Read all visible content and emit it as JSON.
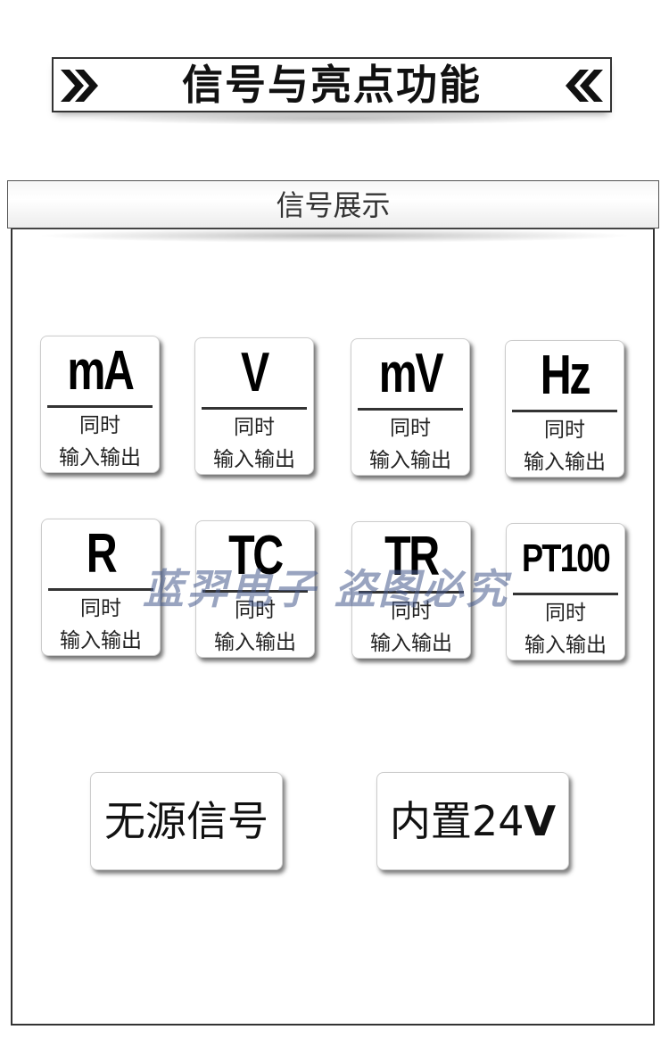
{
  "banner": {
    "title": "信号与亮点功能"
  },
  "panel": {
    "header": "信号展示"
  },
  "cards": [
    {
      "unit": "mA",
      "line1": "同时",
      "line2": "输入输出"
    },
    {
      "unit": "V",
      "line1": "同时",
      "line2": "输入输出"
    },
    {
      "unit": "mV",
      "line1": "同时",
      "line2": "输入输出"
    },
    {
      "unit": "Hz",
      "line1": "同时",
      "line2": "输入输出"
    },
    {
      "unit": "R",
      "line1": "同时",
      "line2": "输入输出"
    },
    {
      "unit": "TC",
      "line1": "同时",
      "line2": "输入输出"
    },
    {
      "unit": "TR",
      "line1": "同时",
      "line2": "输入输出"
    },
    {
      "unit": "PT100",
      "line1": "同时",
      "line2": "输入输出"
    }
  ],
  "buttons": {
    "passive": "无源信号",
    "builtin_prefix": "内置24",
    "builtin_suffix": "V"
  },
  "watermark": "蓝羿电子 盗图必究",
  "colors": {
    "border": "#333333",
    "text": "#111111",
    "watermark": "#465a8c"
  }
}
